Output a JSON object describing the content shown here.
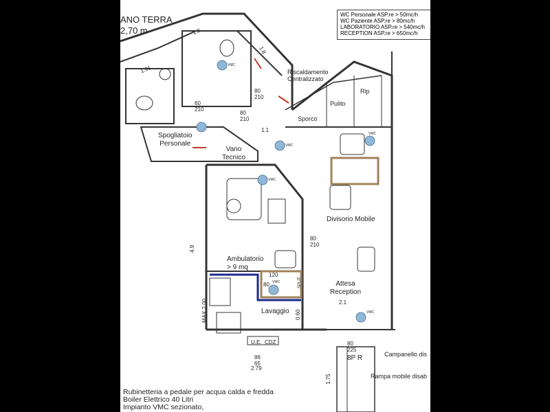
{
  "header": {
    "title": "ANO TERRA",
    "height": "2,70 m"
  },
  "legend": [
    "WC Personale  ASP.re  >  50mc/h",
    "WC Paziente  ASP.re  >  80mc/h",
    "LABORATORIO  ASP.re  >  540mc/h",
    "RECEPTION     ASP.re  >  650mc/h"
  ],
  "rooms": {
    "spogliatoio": "Spogliatoio\nPersonale",
    "vano_tecnico": "Vano\nTecnico",
    "ambulatorio": "Ambulatorio\n> 9 mq",
    "lavaggio": "Lavaggio",
    "attesa": "Attesa\nReception",
    "divisorio": "Divisorio Mobile",
    "sporco": "Sporco",
    "pulito": "Pulito",
    "rip": "Rip",
    "riscaldamento": "Riscaldamento\nCentralizzato"
  },
  "labels": {
    "vmc": "VMC",
    "ue": "U.E.",
    "cdz": "CDZ",
    "split": "SPLIT",
    "max": "MAX 2,00",
    "bpr": "8P  R",
    "campanello": "Campanello dis",
    "rampa": "Rampa mobile disab"
  },
  "dimensions": {
    "d1": "1.8",
    "d2": "1.91",
    "d3": "1.8",
    "d4": "80\n210",
    "d5": "80\n210",
    "d6": "60\n210",
    "d7": "1.1",
    "d8": "4.9",
    "d9": "80\n210",
    "d10": "120",
    "d11": "80",
    "d12": "2.1",
    "d13": "0.60",
    "d14": "80\n225",
    "d15": "86\n65",
    "d16": "2.79",
    "d17": "1.75"
  },
  "notes": [
    "Rubinetteria a pedale per acqua calda e fredda",
    "Boiler Elettrico 40 Litri",
    "Impianto VMC sezionato,"
  ],
  "colors": {
    "highlight_brown": "#a0825a",
    "highlight_blue": "#1b2a8c",
    "vmc_fill": "#8fb7d8",
    "heater_red": "#c0392b"
  }
}
